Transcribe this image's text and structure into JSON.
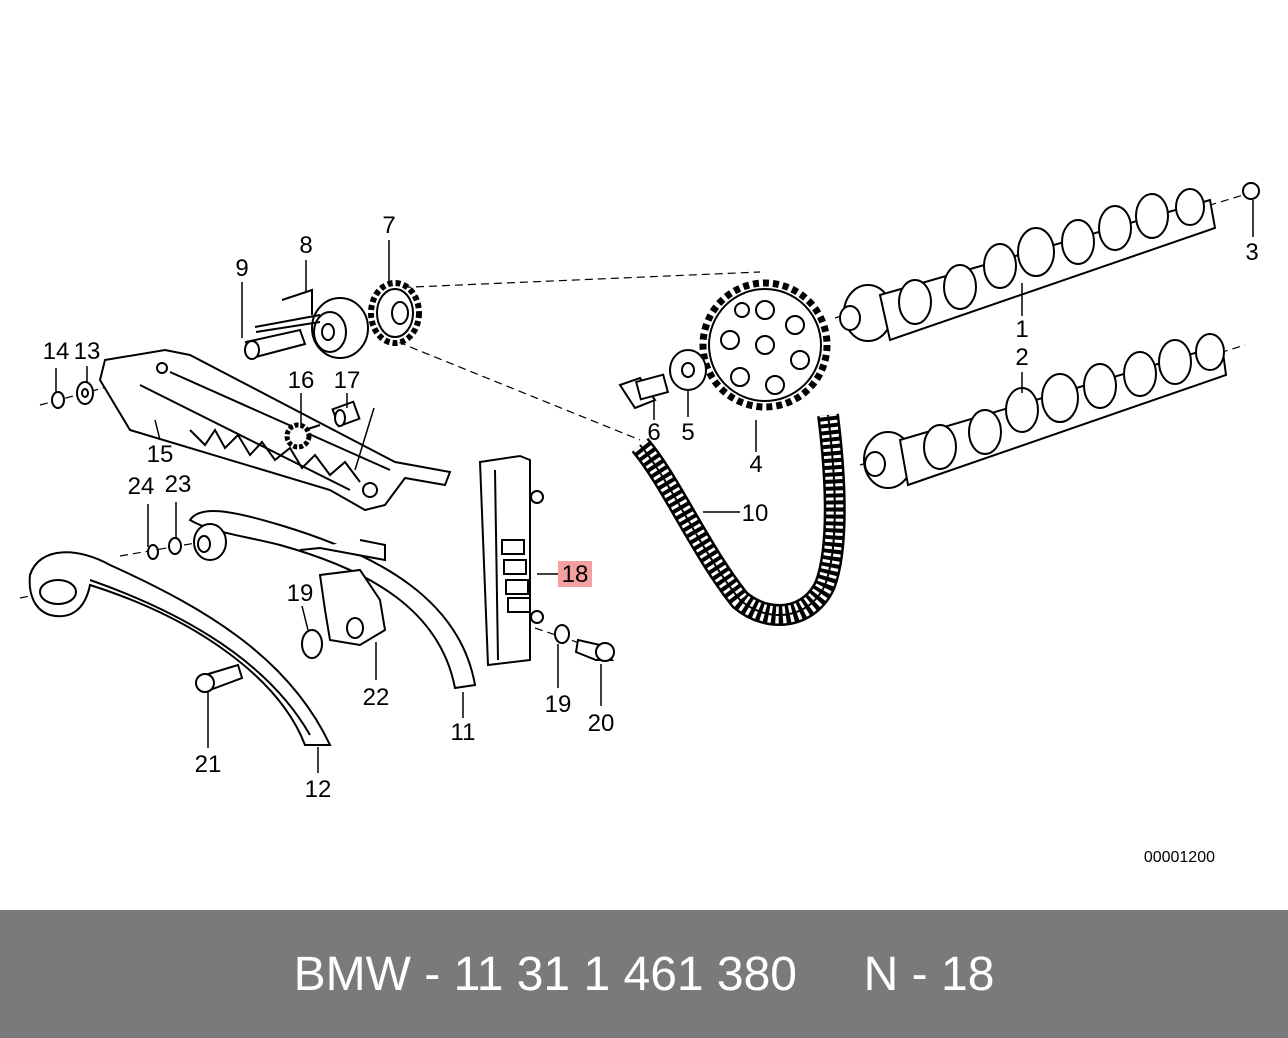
{
  "labels": {
    "l1": "1",
    "l2": "2",
    "l3": "3",
    "l4": "4",
    "l5": "5",
    "l6": "6",
    "l7": "7",
    "l8": "8",
    "l9": "9",
    "l10": "10",
    "l11": "11",
    "l12": "12",
    "l13": "13",
    "l14": "14",
    "l15": "15",
    "l16": "16",
    "l17": "17",
    "l18": "18",
    "l19a": "19",
    "l19b": "19",
    "l20": "20",
    "l21": "21",
    "l22": "22",
    "l23": "23",
    "l24": "24"
  },
  "highlight_label": "18",
  "reference_number": "00001200",
  "footer": {
    "part_text": "BMW - 11 31 1 461 380     N - 18"
  },
  "colors": {
    "footer_bg": "#7a7a7a",
    "highlight": "#f4a0a0",
    "line": "#000000"
  }
}
